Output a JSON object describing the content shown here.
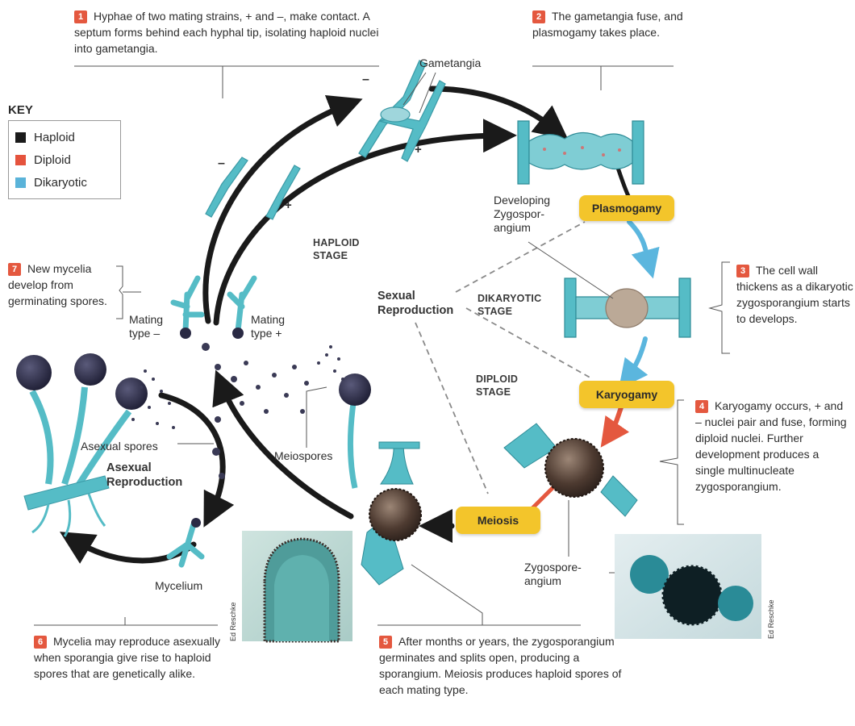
{
  "steps": [
    {
      "num": "1",
      "text": "Hyphae of two mating strains, + and –, make contact. A septum forms behind each hyphal tip, isolating haploid nuclei into gametangia."
    },
    {
      "num": "2",
      "text": "The gametangia fuse, and plasmogamy takes place."
    },
    {
      "num": "3",
      "text": "The cell wall thickens as a dikaryotic zygosporangium starts to develops."
    },
    {
      "num": "4",
      "text": "Karyogamy occurs, + and – nuclei pair and fuse, forming diploid nuclei. Further development produces a single multinucleate zygosporangium."
    },
    {
      "num": "5",
      "text": "After months or years, the zygosporangium germinates and splits open, producing a sporangium. Meiosis produces haploid spores of each mating type."
    },
    {
      "num": "6",
      "text": "Mycelia may reproduce asexually when sporangia give rise to haploid spores that are genetically alike."
    },
    {
      "num": "7",
      "text": "New mycelia develop from germinating spores."
    }
  ],
  "key": {
    "title": "KEY",
    "items": [
      {
        "label": "Haploid",
        "color": "#1b1b1b"
      },
      {
        "label": "Diploid",
        "color": "#e5533d"
      },
      {
        "label": "Dikaryotic",
        "color": "#5ab3d9"
      }
    ]
  },
  "labels": {
    "gametangia": "Gametangia",
    "developing": "Developing Zygospor- angium",
    "mating_minus": "Mating type –",
    "mating_plus": "Mating type +",
    "asexual_spores": "Asexual spores",
    "meiospores": "Meiospores",
    "mycelium": "Mycelium",
    "zygosporangium": "Zygospore- angium",
    "sexual_reproduction": "Sexual Reproduction",
    "asexual_reproduction": "Asexual Reproduction",
    "minus": "–",
    "plus": "+"
  },
  "stages": {
    "haploid": "HAPLOID STAGE",
    "dikaryotic": "DIKARYOTIC STAGE",
    "diploid": "DIPLOID STAGE"
  },
  "processes": {
    "plasmogamy": "Plasmogamy",
    "karyogamy": "Karyogamy",
    "meiosis": "Meiosis"
  },
  "credits": {
    "left": "Ed Reschke",
    "right": "Ed Reschke"
  },
  "colors": {
    "step_number": "#e4583f",
    "pill": "#f3c52b",
    "hypha": "#55bcc6",
    "arrow_black": "#1a1a1a",
    "arrow_blue": "#5bb6de",
    "arrow_red": "#e4583f"
  }
}
